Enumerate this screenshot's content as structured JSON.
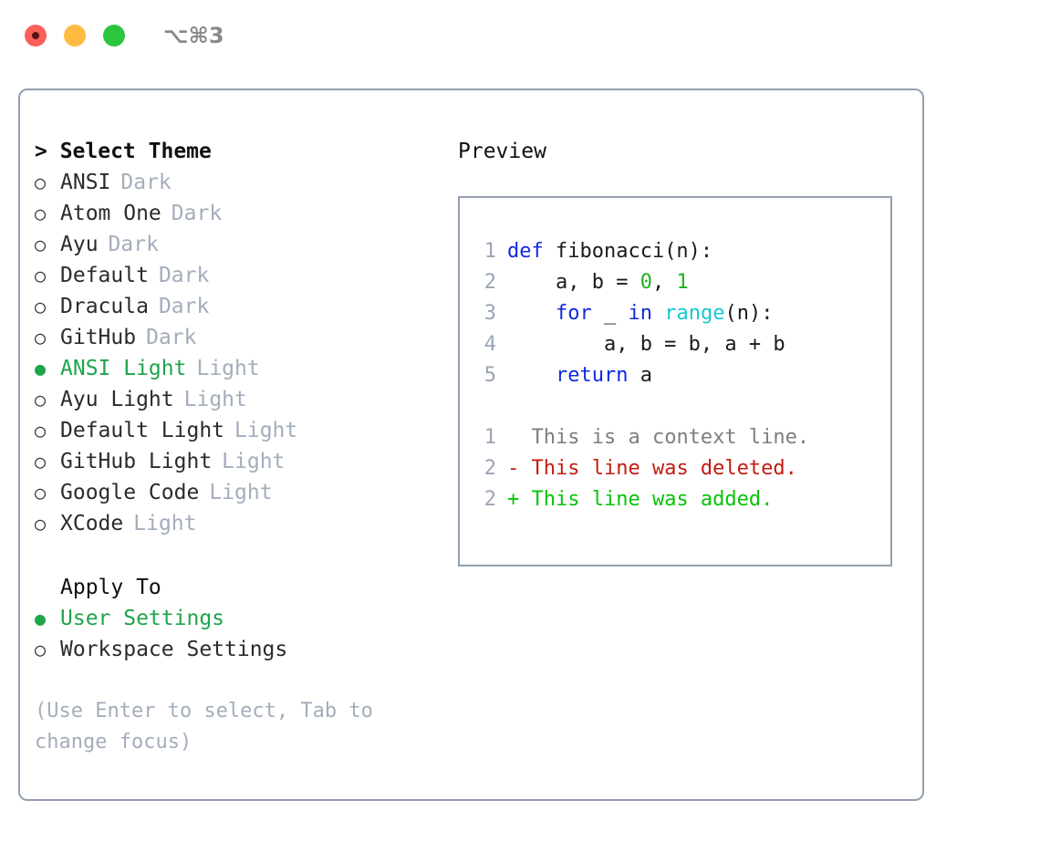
{
  "window": {
    "shortcut": "⌥⌘3",
    "traffic_lights": [
      {
        "name": "close-button",
        "color": "#fc6058"
      },
      {
        "name": "minimize-button",
        "color": "#fdbc40"
      },
      {
        "name": "maximize-button",
        "color": "#2cc63c"
      }
    ]
  },
  "theme_picker": {
    "header": "> Select Theme",
    "selected_marker": "●",
    "unselected_marker": "○",
    "items": [
      {
        "marker": "○",
        "name": "ANSI",
        "variant": "Dark",
        "selected": false
      },
      {
        "marker": "○",
        "name": "Atom One",
        "variant": "Dark",
        "selected": false
      },
      {
        "marker": "○",
        "name": "Ayu",
        "variant": "Dark",
        "selected": false
      },
      {
        "marker": "○",
        "name": "Default",
        "variant": "Dark",
        "selected": false
      },
      {
        "marker": "○",
        "name": "Dracula",
        "variant": "Dark",
        "selected": false
      },
      {
        "marker": "○",
        "name": "GitHub",
        "variant": "Dark",
        "selected": false
      },
      {
        "marker": "●",
        "name": "ANSI Light",
        "variant": "Light",
        "selected": true
      },
      {
        "marker": "○",
        "name": "Ayu Light",
        "variant": "Light",
        "selected": false
      },
      {
        "marker": "○",
        "name": "Default Light",
        "variant": "Light",
        "selected": false
      },
      {
        "marker": "○",
        "name": "GitHub Light",
        "variant": "Light",
        "selected": false
      },
      {
        "marker": "○",
        "name": "Google Code",
        "variant": "Light",
        "selected": false
      },
      {
        "marker": "○",
        "name": "XCode",
        "variant": "Light",
        "selected": false
      }
    ]
  },
  "apply_to": {
    "title": "Apply To",
    "options": [
      {
        "marker": "●",
        "label": "User Settings",
        "selected": true
      },
      {
        "marker": "○",
        "label": "Workspace Settings",
        "selected": false
      }
    ]
  },
  "hint": "(Use Enter to select, Tab to change focus)",
  "preview": {
    "header": "Preview",
    "code_lines": [
      {
        "lineno": "1",
        "spans": [
          {
            "text": "def ",
            "style": "kw"
          },
          {
            "text": "fibonacci(n):",
            "style": "plain"
          }
        ]
      },
      {
        "lineno": "2",
        "spans": [
          {
            "text": "    a, b = ",
            "style": "plain"
          },
          {
            "text": "0",
            "style": "num"
          },
          {
            "text": ", ",
            "style": "plain"
          },
          {
            "text": "1",
            "style": "num"
          }
        ]
      },
      {
        "lineno": "3",
        "spans": [
          {
            "text": "    ",
            "style": "plain"
          },
          {
            "text": "for",
            "style": "kw"
          },
          {
            "text": " _ ",
            "style": "plain"
          },
          {
            "text": "in",
            "style": "kw"
          },
          {
            "text": " ",
            "style": "plain"
          },
          {
            "text": "range",
            "style": "fn"
          },
          {
            "text": "(n):",
            "style": "plain"
          }
        ]
      },
      {
        "lineno": "4",
        "spans": [
          {
            "text": "        a, b = b, a + b",
            "style": "plain"
          }
        ]
      },
      {
        "lineno": "5",
        "spans": [
          {
            "text": "    ",
            "style": "plain"
          },
          {
            "text": "return",
            "style": "kw"
          },
          {
            "text": " a",
            "style": "plain"
          }
        ]
      }
    ],
    "diff_lines": [
      {
        "lineno": "1",
        "sign": " ",
        "text": "This is a context line.",
        "kind": "context"
      },
      {
        "lineno": "2",
        "sign": "-",
        "text": "This line was deleted.",
        "kind": "del"
      },
      {
        "lineno": "2",
        "sign": "+",
        "text": "This line was added.",
        "kind": "add"
      }
    ]
  },
  "colors": {
    "accent_green": "#1ea54a",
    "muted": "#a3adbc",
    "border": "#93a0b2",
    "keyword": "#1029e0",
    "function": "#16c8d4",
    "number": "#1bb41b",
    "diff_add": "#06c406",
    "diff_del": "#c41b12",
    "diff_context": "#7e7e7e"
  }
}
